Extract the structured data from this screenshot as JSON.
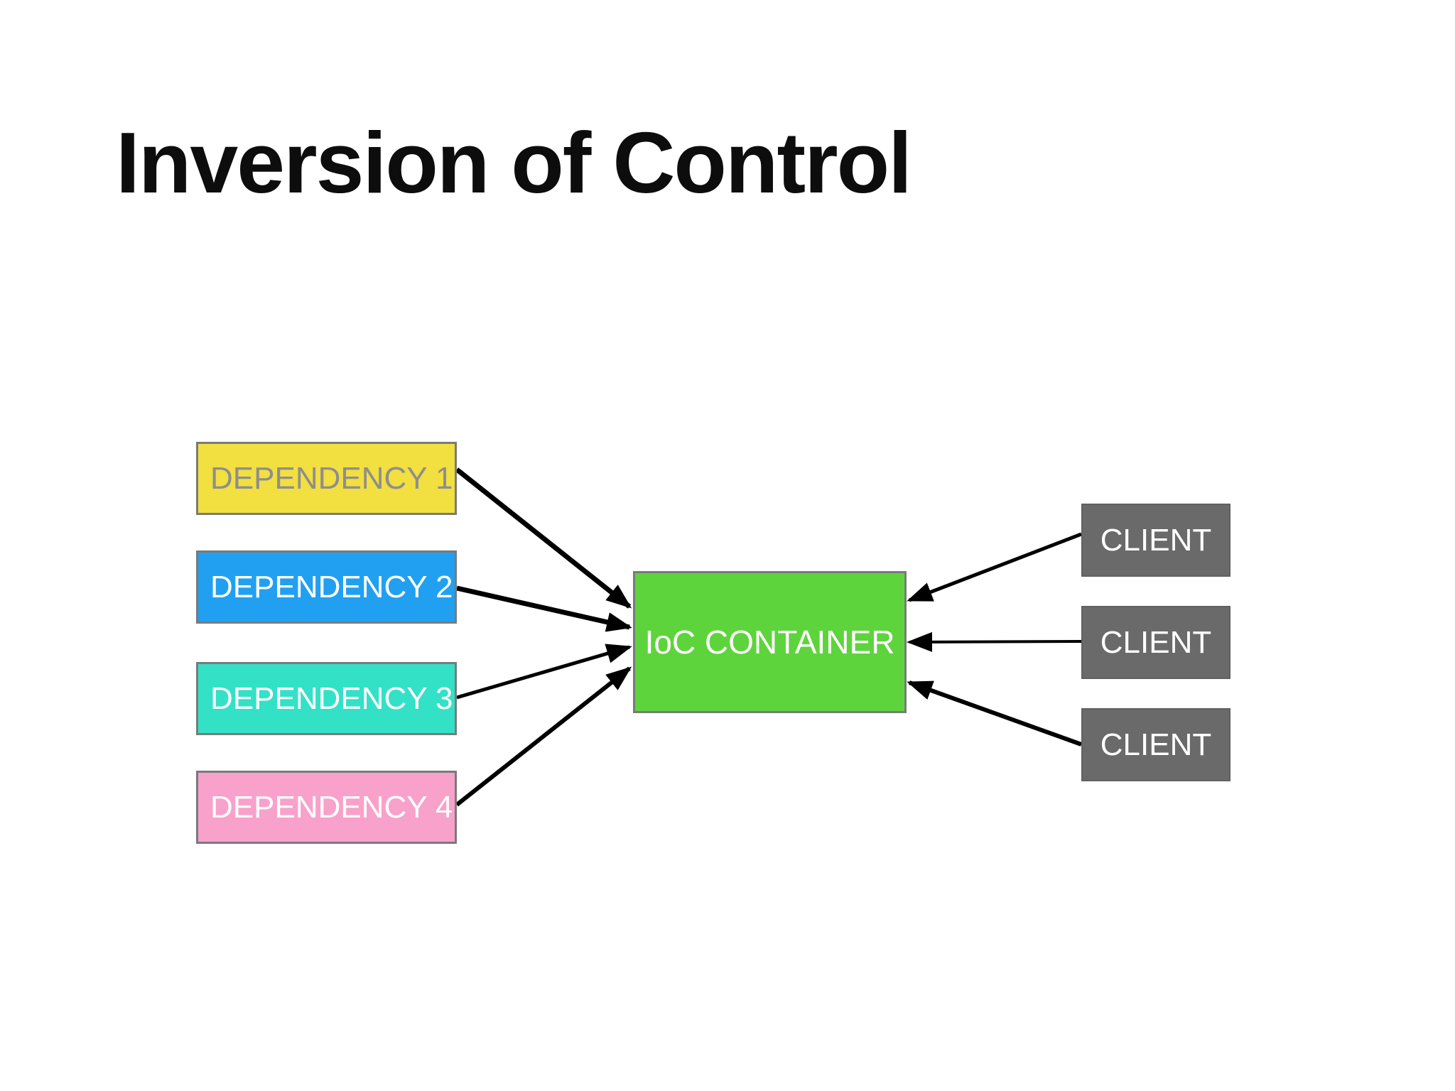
{
  "title": "Inversion of Control",
  "diagram": {
    "dependencies": [
      {
        "label": "DEPENDENCY 1",
        "color": "#F2DF40",
        "text_color": "#8E8E8E"
      },
      {
        "label": "DEPENDENCY 2",
        "color": "#21A0F1",
        "text_color": "#FFFFFF"
      },
      {
        "label": "DEPENDENCY 3",
        "color": "#33E1C7",
        "text_color": "#FFFFFF"
      },
      {
        "label": "DEPENDENCY 4",
        "color": "#F8A1CB",
        "text_color": "#FFFFFF"
      }
    ],
    "container": {
      "label": "IoC CONTAINER",
      "color": "#5ED43C",
      "text_color": "#FFFFFF"
    },
    "clients": [
      {
        "label": "CLIENT",
        "color": "#6A6A6A",
        "text_color": "#FFFFFF"
      },
      {
        "label": "CLIENT",
        "color": "#6A6A6A",
        "text_color": "#FFFFFF"
      },
      {
        "label": "CLIENT",
        "color": "#6A6A6A",
        "text_color": "#FFFFFF"
      }
    ],
    "border_color": "#7A7A7A",
    "arrow_color": "#000000"
  }
}
